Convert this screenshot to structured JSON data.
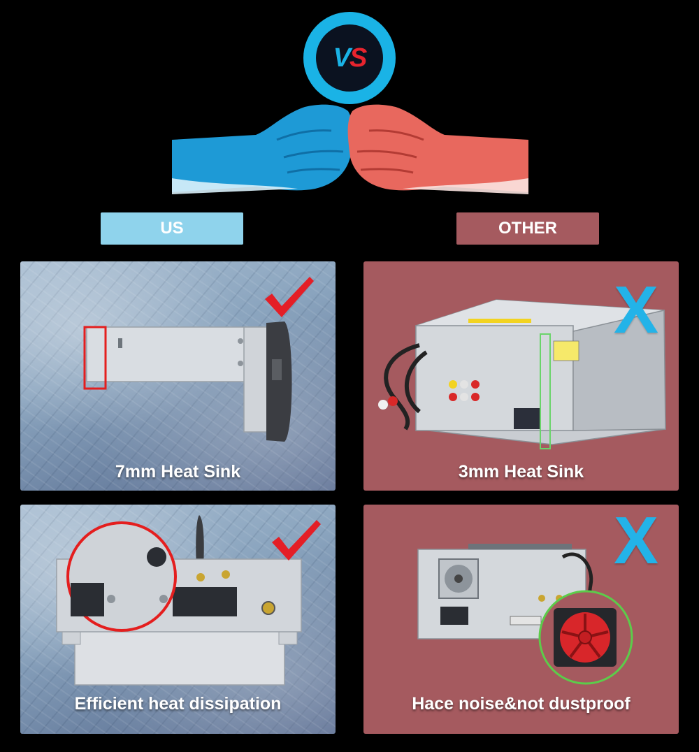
{
  "header": {
    "vs_v": "V",
    "vs_s": "S",
    "colors": {
      "us": "#8fd3ec",
      "other": "#a55a5f",
      "vs_blue": "#1ab3e6",
      "vs_red": "#e8242e"
    }
  },
  "labels": {
    "us": "US",
    "other": "OTHER"
  },
  "panels": [
    {
      "caption": "7mm Heat Sink",
      "mark": "check-icon"
    },
    {
      "caption": "3mm Heat Sink",
      "mark": "x-icon"
    },
    {
      "caption": "Efficient heat dissipation",
      "mark": "check-icon"
    },
    {
      "caption": "Hace noise&not dustproof",
      "mark": "x-icon"
    }
  ],
  "marks": {
    "x": "X"
  }
}
